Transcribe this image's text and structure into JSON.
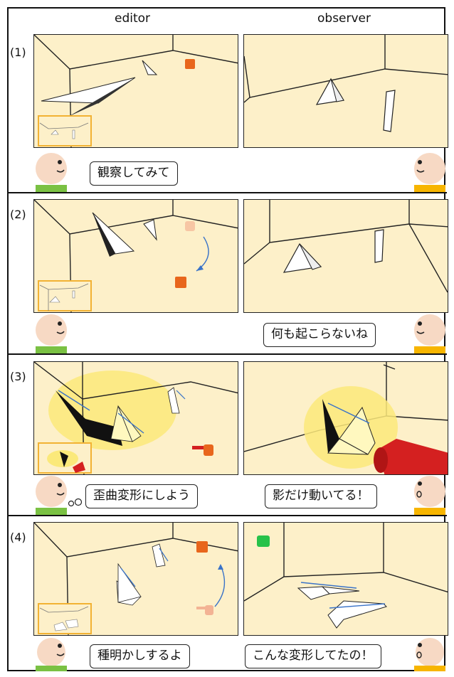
{
  "columns": {
    "left": "editor",
    "right": "observer"
  },
  "panels": [
    {
      "label": "(1)",
      "editor_says": "観察してみて",
      "observer_says": ""
    },
    {
      "label": "(2)",
      "editor_says": "",
      "observer_says": "何も起こらないね"
    },
    {
      "label": "(3)",
      "editor_says": "歪曲変形にしよう",
      "observer_says": "影だけ動いてる！"
    },
    {
      "label": "(4)",
      "editor_says": "種明かしするよ",
      "observer_says": "こんな変形してたの！"
    }
  ],
  "colors": {
    "room": "#fdf0c9",
    "editor_shirt": "#7ac143",
    "observer_shirt": "#f7b500",
    "face": "#f7d9c4",
    "inset_border": "#f2b233",
    "highlight": "#fbe97a",
    "arrow": "#3a73c8",
    "flashlight": "#d42020",
    "cube_orange": "#e8661c",
    "cube_green": "#27c24a"
  }
}
